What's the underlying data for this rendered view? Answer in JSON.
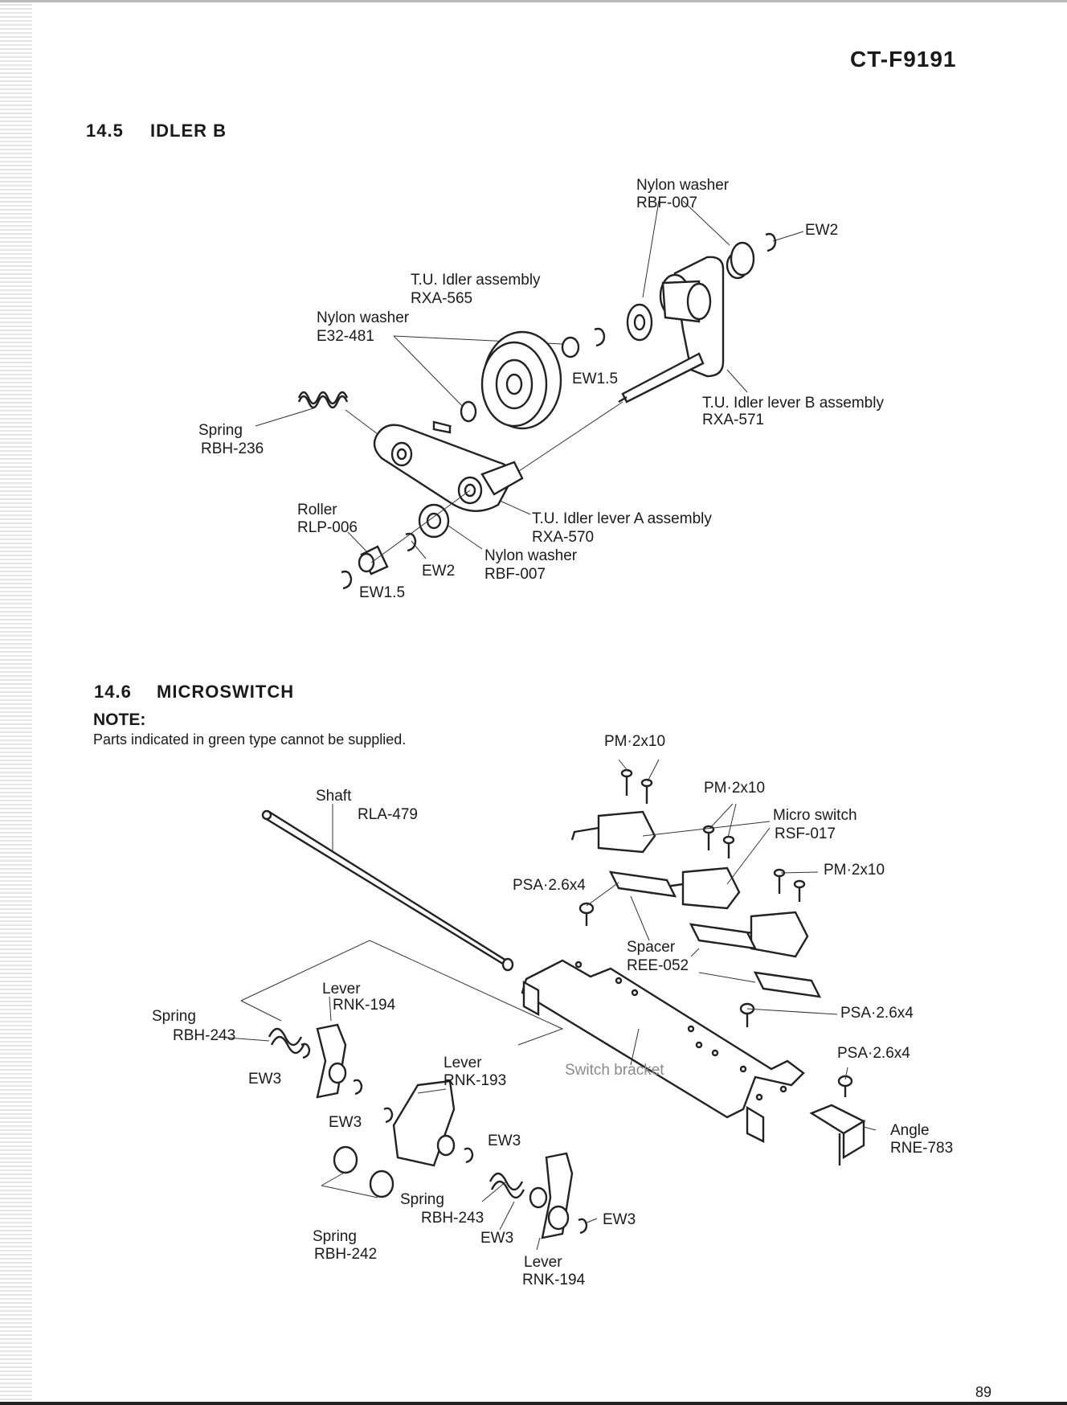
{
  "header": {
    "model": "CT-F9191"
  },
  "section1": {
    "number": "14.5",
    "title": "IDLER B"
  },
  "section2": {
    "number": "14.6",
    "title": "MICROSWITCH"
  },
  "note": {
    "heading": "NOTE:",
    "text": "Parts indicated in green type cannot be supplied."
  },
  "idler_labels": {
    "nylon_washer_top": "Nylon washer",
    "rbf007_top": "RBF-007",
    "ew2_top": "EW2",
    "tu_idler_assembly": "T.U. Idler assembly",
    "rxa565": "RXA-565",
    "nylon_washer_left": "Nylon washer",
    "e32481": "E32-481",
    "ew15_mid": "EW1.5",
    "tu_idler_lever_b": "T.U. Idler lever B assembly",
    "rxa571": "RXA-571",
    "spring": "Spring",
    "rbh236": "RBH-236",
    "roller": "Roller",
    "rlp006": "RLP-006",
    "tu_idler_lever_a": "T.U. Idler lever A assembly",
    "rxa570": "RXA-570",
    "nylon_washer_bottom": "Nylon washer",
    "rbf007_bottom": "RBF-007",
    "ew2_bottom": "EW2",
    "ew15_bottom": "EW1.5"
  },
  "micro_labels": {
    "pm_top": "PM·2x10",
    "pm_mid": "PM·2x10",
    "pm_right": "PM·2x10",
    "micro_switch": "Micro switch",
    "rsf017": "RSF-017",
    "shaft": "Shaft",
    "rla479": "RLA-479",
    "psa_left": "PSA·2.6x4",
    "spacer": "Spacer",
    "ree052": "REE-052",
    "psa_right": "PSA·2.6x4",
    "psa_angle": "PSA·2.6x4",
    "lever_top": "Lever",
    "rnk194_top": "RNK-194",
    "spring_left": "Spring",
    "rbh243_left": "RBH-243",
    "ew3_a": "EW3",
    "switch_bracket": "Switch bracket",
    "lever_mid": "Lever",
    "rnk193": "RNK-193",
    "ew3_b": "EW3",
    "ew3_c": "EW3",
    "angle": "Angle",
    "rne783": "RNE-783",
    "spring_mid": "Spring",
    "rbh243_mid": "RBH-243",
    "ew3_d": "EW3",
    "ew3_e": "EW3",
    "spring_bottom": "Spring",
    "rbh242": "RBH-242",
    "lever_bottom": "Lever",
    "rnk194_bottom": "RNK-194"
  },
  "page_number": "89",
  "colors": {
    "ink": "#1a1a1a",
    "green_type": "#8a8a8a"
  }
}
